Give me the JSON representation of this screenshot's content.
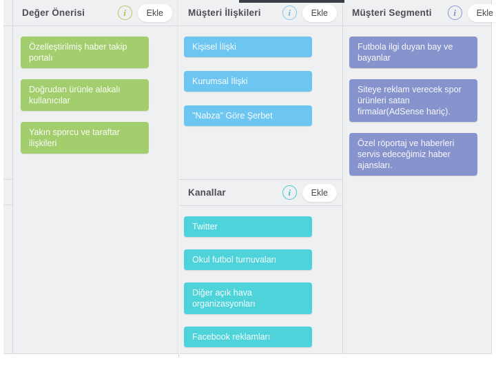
{
  "ui": {
    "info_glyph": "i"
  },
  "colors": {
    "panel_background": "#eef0f2",
    "border": "#d7d9dc",
    "dark_top_bar": "#3b3e46",
    "value_proposition_card": "#a3ce6e",
    "customer_relationships_card": "#6dc6f1",
    "channels_card": "#4fd3da",
    "customer_segments_card": "#8793cd",
    "header_text": "#4d4d56"
  },
  "columns": {
    "value_proposition": {
      "title": "Değer Önerisi",
      "add_label": "Ekle",
      "cards": [
        "Özelleştirilmiş haber takip portalı",
        "Doğrudan ürünle alakalı kullanıcılar",
        "Yakın sporcu ve taraftar ilişkileri"
      ]
    },
    "customer_relationships": {
      "title": "Müşteri İlişkileri",
      "add_label": "Ekle",
      "cards": [
        "Kişisel İlişki",
        "Kurumsal İlişki",
        "\"Nabza\" Göre Şerbet"
      ]
    },
    "channels": {
      "title": "Kanallar",
      "add_label": "Ekle",
      "cards": [
        "Twitter",
        "Okul futbol turnuvaları",
        "Diğer açık hava organizasyonları",
        "Facebook reklamları"
      ]
    },
    "customer_segments": {
      "title": "Müşteri Segmenti",
      "add_label": "Ekle",
      "cards": [
        "Futbola ilgi duyan bay ve bayanlar",
        "Siteye reklam verecek spor ürünleri satan firmalar(AdSense hariç).",
        "Özel röportaj ve haberleri servis edeceğimiz haber ajansları."
      ]
    }
  }
}
